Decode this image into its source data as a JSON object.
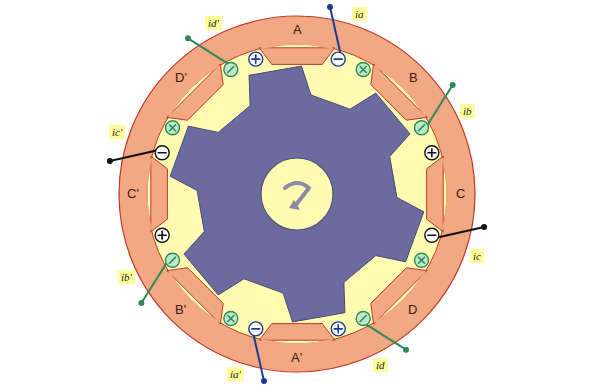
{
  "diagram": {
    "labels": [
      "A",
      "B",
      "C",
      "D",
      "A'",
      "B'",
      "C'",
      "D'",
      "ia",
      "ib",
      "ic",
      "id",
      "ia'",
      "ib'",
      "ic'",
      "id'"
    ]
  }
}
